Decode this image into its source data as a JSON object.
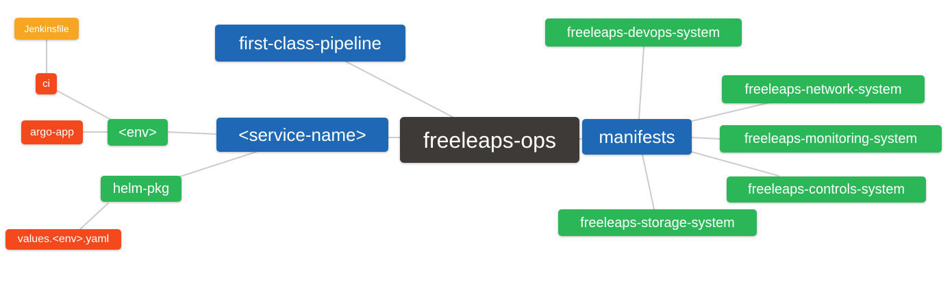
{
  "diagram": {
    "type": "mindmap",
    "colors": {
      "root": "#3d3a38",
      "branch": "#1e68b5",
      "green": "#2bb657",
      "red": "#f3491d",
      "amber": "#f6a623",
      "edge": "#cccccc",
      "text": "#ffffff"
    },
    "nodes": {
      "root": {
        "label": "freeleaps-ops",
        "color_key": "root"
      },
      "first_class_pipeline": {
        "label": "first-class-pipeline",
        "color_key": "branch"
      },
      "service_name": {
        "label": "<service-name>",
        "color_key": "branch"
      },
      "manifests": {
        "label": "manifests",
        "color_key": "branch"
      },
      "env": {
        "label": "<env>",
        "color_key": "green"
      },
      "helm_pkg": {
        "label": "helm-pkg",
        "color_key": "green"
      },
      "ci": {
        "label": "ci",
        "color_key": "red"
      },
      "argo_app": {
        "label": "argo-app",
        "color_key": "red"
      },
      "jenkinsfile": {
        "label": "Jenkinsfile",
        "color_key": "amber"
      },
      "values_env_yaml": {
        "label": "values.<env>.yaml",
        "color_key": "red"
      },
      "devops_system": {
        "label": "freeleaps-devops-system",
        "color_key": "green"
      },
      "network_system": {
        "label": "freeleaps-network-system",
        "color_key": "green"
      },
      "monitoring_system": {
        "label": "freeleaps-monitoring-system",
        "color_key": "green"
      },
      "controls_system": {
        "label": "freeleaps-controls-system",
        "color_key": "green"
      },
      "storage_system": {
        "label": "freeleaps-storage-system",
        "color_key": "green"
      }
    },
    "edges": [
      {
        "from": "ci",
        "to": "jenkinsfile"
      },
      {
        "from": "env",
        "to": "ci"
      },
      {
        "from": "env",
        "to": "argo_app"
      },
      {
        "from": "service_name",
        "to": "env"
      },
      {
        "from": "service_name",
        "to": "helm_pkg"
      },
      {
        "from": "helm_pkg",
        "to": "values_env_yaml"
      },
      {
        "from": "root",
        "to": "first_class_pipeline"
      },
      {
        "from": "root",
        "to": "service_name"
      },
      {
        "from": "root",
        "to": "manifests"
      },
      {
        "from": "manifests",
        "to": "devops_system"
      },
      {
        "from": "manifests",
        "to": "network_system"
      },
      {
        "from": "manifests",
        "to": "monitoring_system"
      },
      {
        "from": "manifests",
        "to": "controls_system"
      },
      {
        "from": "manifests",
        "to": "storage_system"
      }
    ]
  }
}
